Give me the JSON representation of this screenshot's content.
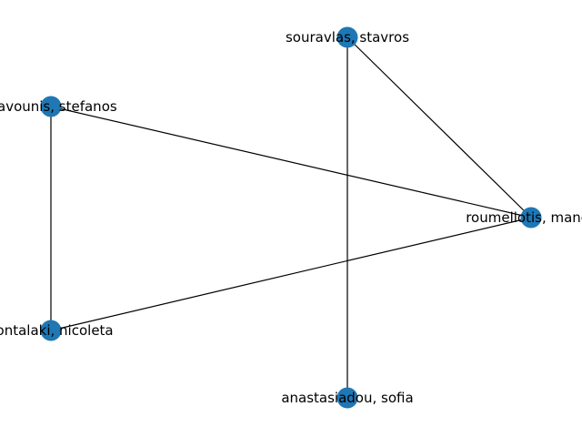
{
  "graph": {
    "node_color": "#1f77b4",
    "edge_color": "#000000",
    "nodes": [
      {
        "id": "souravlas",
        "label": "souravlas, stavros"
      },
      {
        "id": "stefanos",
        "label": "stavounis, stefanos"
      },
      {
        "id": "roumeliotis",
        "label": "roumeliotis, manos"
      },
      {
        "id": "nicoleta",
        "label": "kontalaki, nicoleta"
      },
      {
        "id": "anastasiadou",
        "label": "anastasiadou, sofia"
      }
    ],
    "edges": [
      {
        "source": "souravlas",
        "target": "roumeliotis"
      },
      {
        "source": "souravlas",
        "target": "anastasiadou"
      },
      {
        "source": "stefanos",
        "target": "roumeliotis"
      },
      {
        "source": "stefanos",
        "target": "nicoleta"
      },
      {
        "source": "nicoleta",
        "target": "roumeliotis"
      }
    ]
  }
}
